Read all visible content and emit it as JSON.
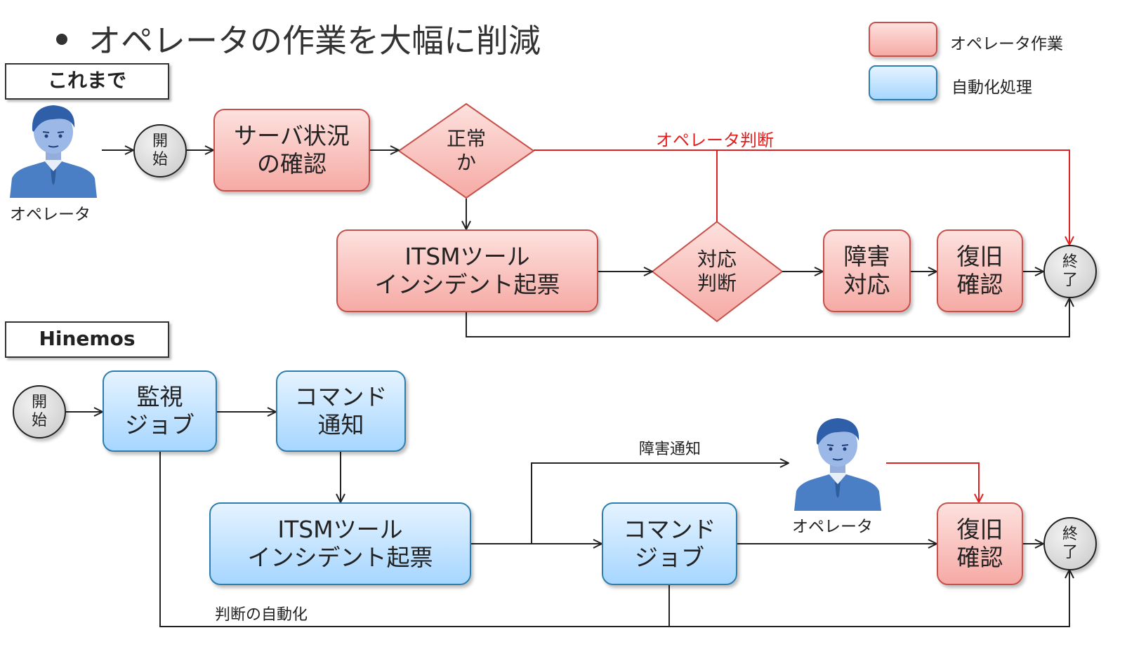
{
  "title": "オペレータの作業を大幅に削減",
  "legend": {
    "operator_work": "オペレータ作業",
    "auto_process": "自動化処理"
  },
  "colors": {
    "operator": "#f6aaa5",
    "auto": "#a6d6ff",
    "red_line": "#e02020"
  },
  "before": {
    "label": "これまで",
    "operator": "オペレータ",
    "start": "開\n始",
    "check_server": "サーバ状況\nの確認",
    "normal": "正常\nか",
    "operator_judgement": "オペレータ判断",
    "itsm": "ITSMツール\nインシデント起票",
    "response_judgement": "対応\n判断",
    "incident_response": "障害\n対応",
    "recovery_check": "復旧\n確認",
    "end": "終\n了"
  },
  "after": {
    "label": "Hinemos",
    "start": "開\n始",
    "monitor_job": "監視\nジョブ",
    "command_notify": "コマンド\n通知",
    "itsm": "ITSMツール\nインシデント起票",
    "command_job": "コマンド\nジョブ",
    "failure_notify": "障害通知",
    "operator": "オペレータ",
    "recovery_check": "復旧\n確認",
    "end": "終\n了",
    "auto_judgement": "判断の自動化"
  }
}
